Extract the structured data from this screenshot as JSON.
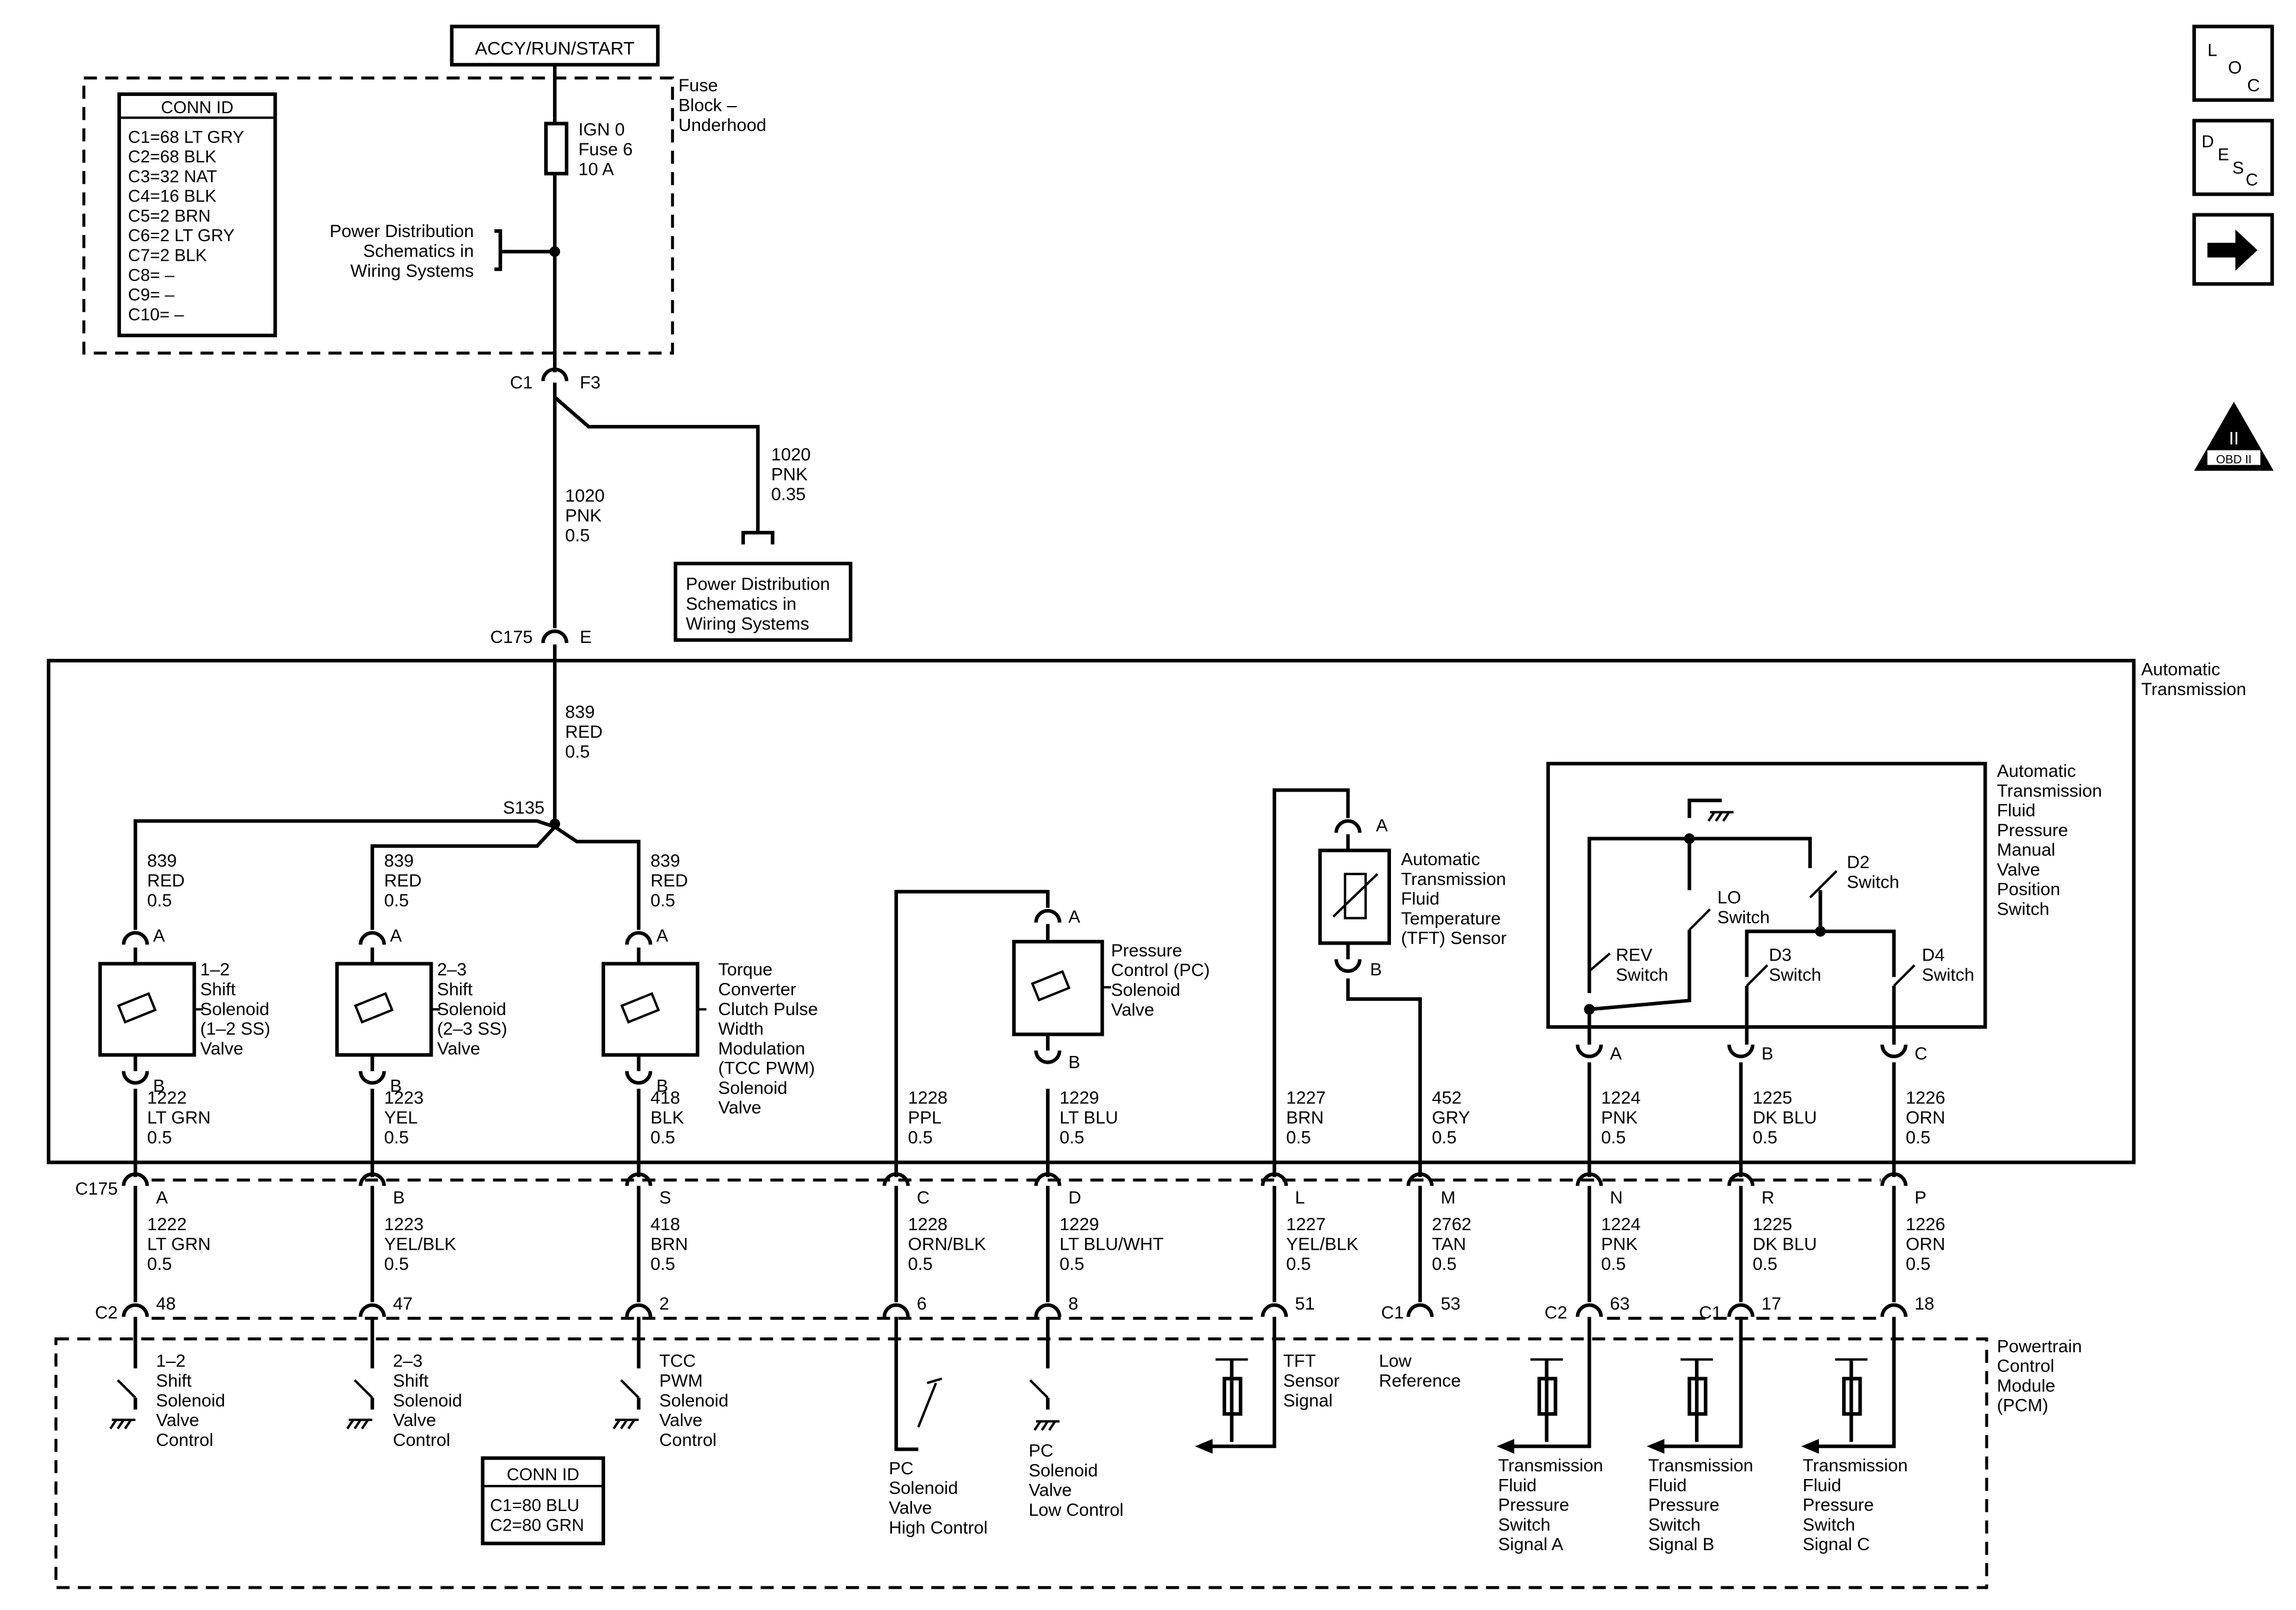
{
  "power_source": "ACCY/RUN/START",
  "side_buttons": {
    "loc": [
      "L",
      "O",
      "C"
    ],
    "desc": [
      "D",
      "E",
      "S",
      "C"
    ],
    "next_glyph": "➔",
    "obd_glyph": "II",
    "obd_label": "OBD II"
  },
  "fuse_block": {
    "label": [
      "Fuse",
      "Block –",
      "Underhood"
    ],
    "conn_title": "CONN ID",
    "conn_list": [
      "C1=68 LT GRY",
      "C2=68 BLK",
      "C3=32 NAT",
      "C4=16 BLK",
      "C5=2 BRN",
      "C6=2 LT GRY",
      "C7=2 BLK",
      "C8= –",
      "C9= –",
      "C10= –"
    ],
    "fuse": [
      "IGN 0",
      "Fuse 6",
      "10 A"
    ],
    "pds_note": [
      "Power Distribution",
      "Schematics in",
      "Wiring Systems"
    ],
    "pin": {
      "conn": "C1",
      "cav": "F3"
    }
  },
  "branch_wire": [
    "1020",
    "PNK",
    "0.35"
  ],
  "pds_box": [
    "Power Distribution",
    "Schematics in",
    "Wiring Systems"
  ],
  "main_wire": [
    "1020",
    "PNK",
    "0.5"
  ],
  "c175_top": {
    "conn": "C175",
    "cav": "E"
  },
  "trans_label": [
    "Automatic",
    "Transmission"
  ],
  "feed_wire": [
    "839",
    "RED",
    "0.5"
  ],
  "splice": "S135",
  "sol_feed": [
    [
      "839",
      "RED",
      "0.5"
    ],
    [
      "839",
      "RED",
      "0.5"
    ],
    [
      "839",
      "RED",
      "0.5"
    ]
  ],
  "comp_a": [
    "A",
    "A",
    "A",
    "A",
    "A"
  ],
  "comp_b": [
    "B",
    "B",
    "B",
    "B",
    "B"
  ],
  "sol_labels": [
    [
      "1–2",
      "Shift",
      "Solenoid",
      "(1–2 SS)",
      "Valve"
    ],
    [
      "2–3",
      "Shift",
      "Solenoid",
      "(2–3 SS)",
      "Valve"
    ],
    [
      "Torque",
      "Converter",
      "Clutch Pulse",
      "Width",
      "Modulation",
      "(TCC PWM)",
      "Solenoid",
      "Valve"
    ]
  ],
  "pc_label": [
    "Pressure",
    "Control (PC)",
    "Solenoid",
    "Valve"
  ],
  "tft_label": [
    "Automatic",
    "Transmission",
    "Fluid",
    "Temperature",
    "(TFT) Sensor"
  ],
  "switch_label": [
    "Automatic",
    "Transmission",
    "Fluid",
    "Pressure",
    "Manual",
    "Valve",
    "Position",
    "Switch"
  ],
  "switch_names": {
    "d2": [
      "D2",
      "Switch"
    ],
    "lo": [
      "LO",
      "Switch"
    ],
    "rev": [
      "REV",
      "Switch"
    ],
    "d3": [
      "D3",
      "Switch"
    ],
    "d4": [
      "D4",
      "Switch"
    ]
  },
  "switch_pins": [
    "A",
    "B",
    "C"
  ],
  "upper_wires": [
    [
      "1222",
      "LT GRN",
      "0.5"
    ],
    [
      "1223",
      "YEL",
      "0.5"
    ],
    [
      "418",
      "BLK",
      "0.5"
    ],
    [
      "1228",
      "PPL",
      "0.5"
    ],
    [
      "1229",
      "LT BLU",
      "0.5"
    ],
    [
      "1227",
      "BRN",
      "0.5"
    ],
    [
      "452",
      "GRY",
      "0.5"
    ],
    [
      "1224",
      "PNK",
      "0.5"
    ],
    [
      "1225",
      "DK BLU",
      "0.5"
    ],
    [
      "1226",
      "ORN",
      "0.5"
    ]
  ],
  "c175_bottom": {
    "conn": "C175",
    "cavs": [
      "A",
      "B",
      "S",
      "C",
      "D",
      "L",
      "M",
      "N",
      "R",
      "P"
    ]
  },
  "lower_wires": [
    [
      "1222",
      "LT GRN",
      "0.5"
    ],
    [
      "1223",
      "YEL/BLK",
      "0.5"
    ],
    [
      "418",
      "BRN",
      "0.5"
    ],
    [
      "1228",
      "ORN/BLK",
      "0.5"
    ],
    [
      "1229",
      "LT BLU/WHT",
      "0.5"
    ],
    [
      "1227",
      "YEL/BLK",
      "0.5"
    ],
    [
      "2762",
      "TAN",
      "0.5"
    ],
    [
      "1224",
      "PNK",
      "0.5"
    ],
    [
      "1225",
      "DK BLU",
      "0.5"
    ],
    [
      "1226",
      "ORN",
      "0.5"
    ]
  ],
  "pcm_conns": [
    "C2",
    "C1",
    "C2",
    "C1"
  ],
  "pcm_pins": [
    "48",
    "47",
    "2",
    "6",
    "8",
    "51",
    "53",
    "63",
    "17",
    "18"
  ],
  "pcm_label": [
    "Powertrain",
    "Control",
    "Module",
    "(PCM)"
  ],
  "pcm_conn_title": "CONN ID",
  "pcm_conn_list": [
    "C1=80 BLU",
    "C2=80 GRN"
  ],
  "pcm_funcs": [
    [
      "1–2",
      "Shift",
      "Solenoid",
      "Valve",
      "Control"
    ],
    [
      "2–3",
      "Shift",
      "Solenoid",
      "Valve",
      "Control"
    ],
    [
      "TCC",
      "PWM",
      "Solenoid",
      "Valve",
      "Control"
    ],
    [
      "PC",
      "Solenoid",
      "Valve",
      "High Control"
    ],
    [
      "PC",
      "Solenoid",
      "Valve",
      "Low Control"
    ],
    [
      "TFT",
      "Sensor",
      "Signal"
    ],
    [
      "Low",
      "Reference"
    ],
    [
      "Transmission",
      "Fluid",
      "Pressure",
      "Switch",
      "Signal A"
    ],
    [
      "Transmission",
      "Fluid",
      "Pressure",
      "Switch",
      "Signal B"
    ],
    [
      "Transmission",
      "Fluid",
      "Pressure",
      "Switch",
      "Signal C"
    ]
  ]
}
